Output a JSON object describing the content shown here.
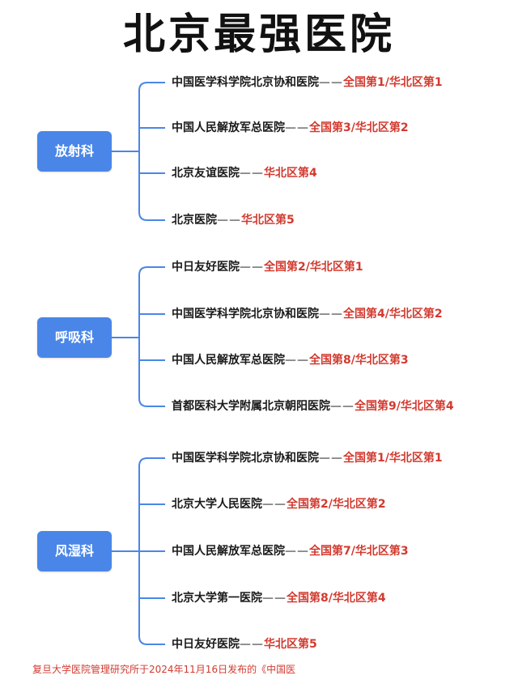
{
  "title": "北京最强医院",
  "separator": "——",
  "colors": {
    "dept_bg": "#4a86e8",
    "rank": "#d23a2f",
    "line": "#4a86e8"
  },
  "groups": [
    {
      "dept": "放射科",
      "items": [
        {
          "hospital": "中国医学科学院北京协和医院",
          "rank": "全国第1/华北区第1"
        },
        {
          "hospital": "中国人民解放军总医院",
          "rank": "全国第3/华北区第2"
        },
        {
          "hospital": "北京友谊医院",
          "rank": "华北区第4"
        },
        {
          "hospital": "北京医院",
          "rank": "华北区第5"
        }
      ]
    },
    {
      "dept": "呼吸科",
      "items": [
        {
          "hospital": "中日友好医院",
          "rank": "全国第2/华北区第1"
        },
        {
          "hospital": "中国医学科学院北京协和医院",
          "rank": "全国第4/华北区第2"
        },
        {
          "hospital": "中国人民解放军总医院",
          "rank": "全国第8/华北区第3"
        },
        {
          "hospital": "首都医科大学附属北京朝阳医院",
          "rank": "全国第9/华北区第4"
        }
      ]
    },
    {
      "dept": "风湿科",
      "items": [
        {
          "hospital": "中国医学科学院北京协和医院",
          "rank": "全国第1/华北区第1"
        },
        {
          "hospital": "北京大学人民医院",
          "rank": "全国第2/华北区第2"
        },
        {
          "hospital": "中国人民解放军总医院",
          "rank": "全国第7/华北区第3"
        },
        {
          "hospital": "北京大学第一医院",
          "rank": "全国第8/华北区第4"
        },
        {
          "hospital": "中日友好医院",
          "rank": "华北区第5"
        }
      ]
    }
  ],
  "footer": "复旦大学医院管理研究所于2024年11月16日发布的《中国医"
}
